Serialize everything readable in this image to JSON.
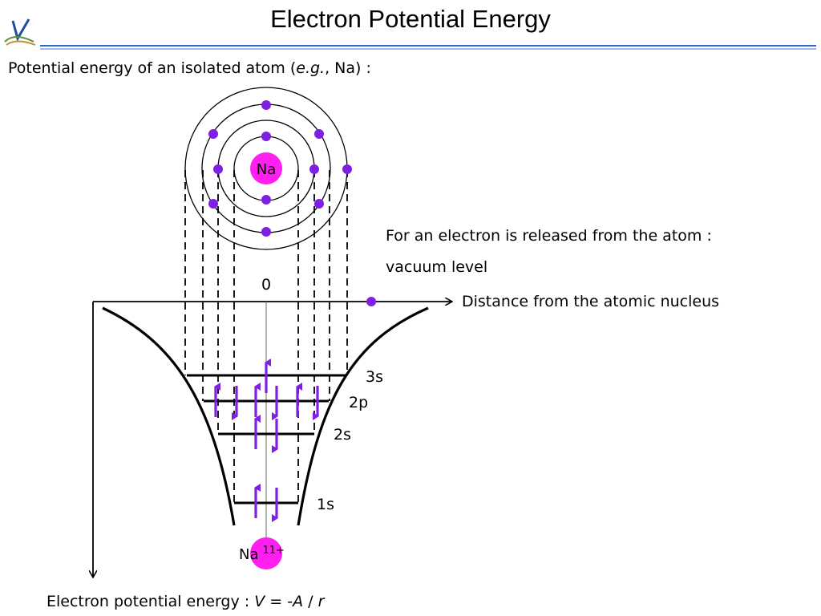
{
  "title": "Electron Potential Energy",
  "subtitle": {
    "text": "Potential energy of an isolated atom (",
    "italic": "e.g.",
    "rest": ", Na) :"
  },
  "note": {
    "line1": "For an electron is released from the atom :",
    "line2": "vacuum level"
  },
  "axis": {
    "zero_label": "0",
    "x_label": "Distance from the atomic nucleus"
  },
  "atom_label": "Na",
  "nucleus": {
    "symbol": "Na",
    "charge": "11+"
  },
  "levels": [
    {
      "label": "3s",
      "electrons": [
        "up"
      ]
    },
    {
      "label": "2p",
      "electrons": [
        "up",
        "down",
        "up",
        "down",
        "up",
        "down"
      ]
    },
    {
      "label": "2s",
      "electrons": [
        "up",
        "down"
      ]
    },
    {
      "label": "1s",
      "electrons": [
        "up",
        "down"
      ]
    }
  ],
  "shells": [
    {
      "electrons": 2
    },
    {
      "electrons": 8
    },
    {
      "electrons": 1
    }
  ],
  "formula": {
    "prefix": "Electron potential energy : ",
    "lhs": "V",
    "eq": " = -",
    "a": "A",
    "sep": " / ",
    "r": "r"
  },
  "colors": {
    "electron": "#7f1fe3",
    "nucleus": "#ff1ff0",
    "line": "#000000",
    "header_rule": "#2b69c8"
  }
}
